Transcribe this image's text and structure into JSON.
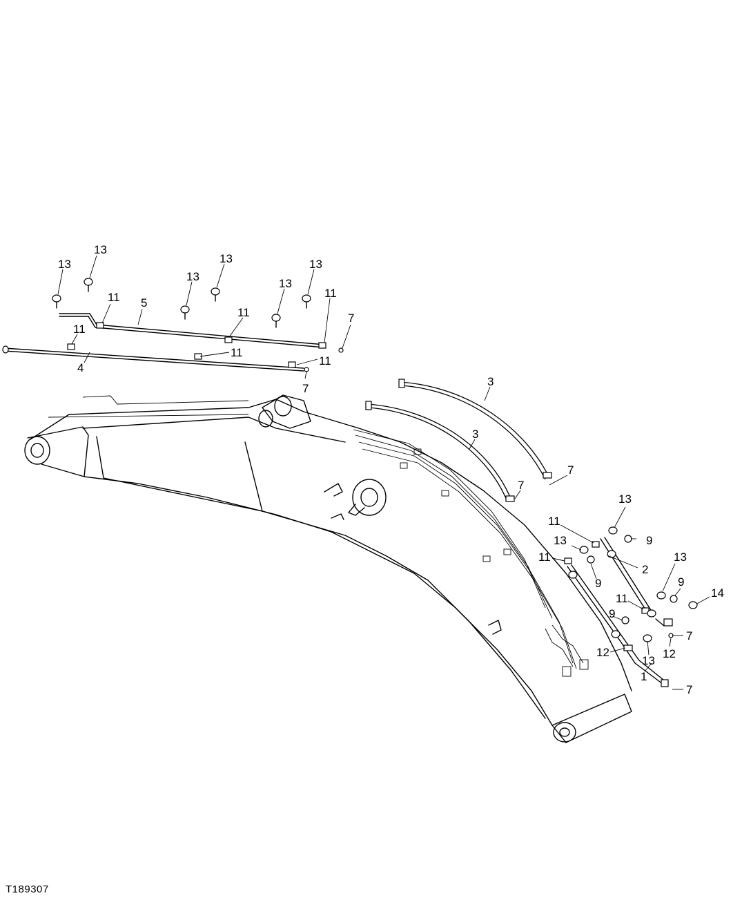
{
  "figure": {
    "id": "T189307",
    "callouts": {
      "c1": "1",
      "c2": "2",
      "c3a": "3",
      "c3b": "3",
      "c4": "4",
      "c5": "5",
      "c7a": "7",
      "c7b": "7",
      "c7c": "7",
      "c7d": "7",
      "c7e": "7",
      "c7f": "7",
      "c9a": "9",
      "c9b": "9",
      "c9c": "9",
      "c9d": "9",
      "c11a": "11",
      "c11b": "11",
      "c11c": "11",
      "c11d": "11",
      "c11e": "11",
      "c11f": "11",
      "c11g": "11",
      "c11h": "11",
      "c11i": "11",
      "c12a": "12",
      "c12b": "12",
      "c13a": "13",
      "c13b": "13",
      "c13c": "13",
      "c13d": "13",
      "c13e": "13",
      "c13f": "13",
      "c13g": "13",
      "c13h": "13",
      "c13i": "13",
      "c14": "14"
    }
  }
}
